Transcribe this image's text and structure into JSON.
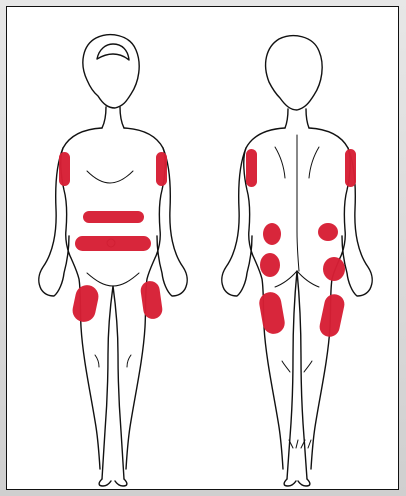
{
  "colors": {
    "background": "#d7d7d7",
    "panel": "#ffffff",
    "outline": "#111111",
    "highlight": "#d71f35"
  },
  "figure": {
    "views": [
      {
        "name": "front",
        "highlighted_regions": [
          "left-upper-arm",
          "right-upper-arm",
          "upper-abdomen",
          "lower-abdomen",
          "left-thigh",
          "right-thigh"
        ]
      },
      {
        "name": "back",
        "highlighted_regions": [
          "left-upper-arm",
          "right-upper-arm",
          "upper-buttock-left",
          "upper-buttock-right",
          "lower-buttock-left",
          "lower-buttock-right",
          "left-thigh",
          "right-thigh"
        ]
      }
    ]
  }
}
